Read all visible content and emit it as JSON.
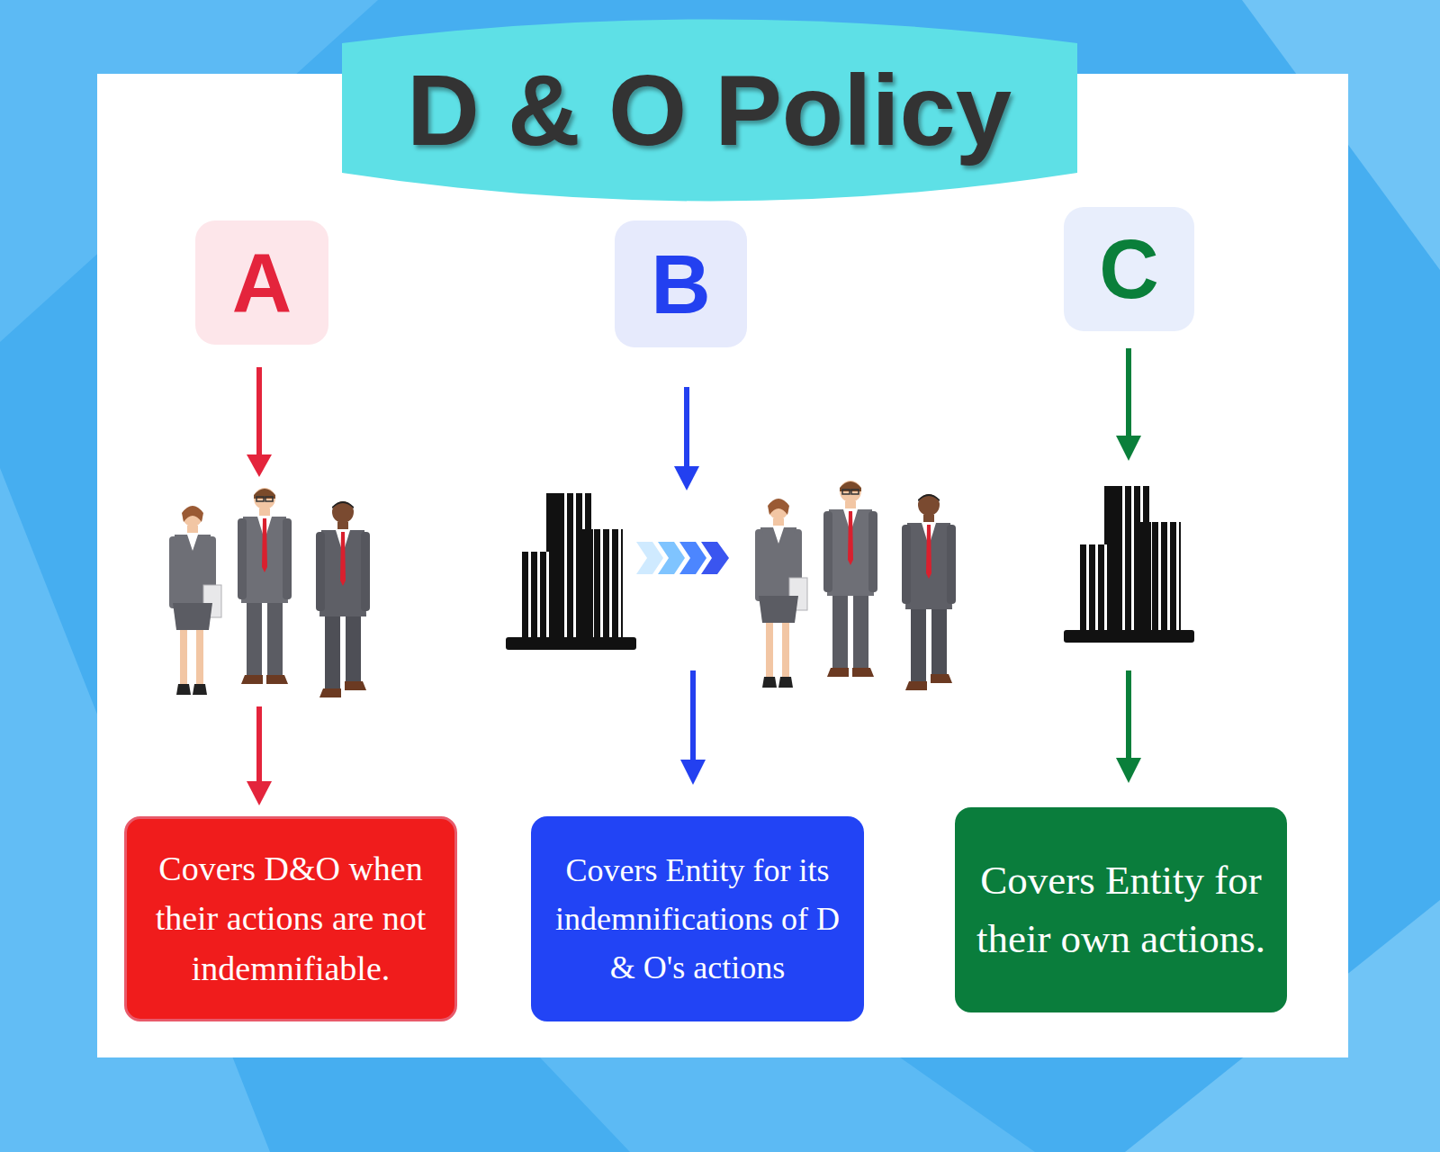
{
  "diagram": {
    "title": "D & O Policy",
    "nodes": [
      {
        "text": [
          "A"
        ]
      },
      {
        "text": [
          "B"
        ]
      },
      {
        "text": [
          "C"
        ]
      },
      {
        "text": [
          "Covers D&O when their actions are not indemnifiable."
        ]
      },
      {
        "text": [
          "Covers Entity for its indemnifications of D & O's actions"
        ]
      },
      {
        "text": [
          "Covers Entity for their own actions."
        ]
      }
    ]
  }
}
